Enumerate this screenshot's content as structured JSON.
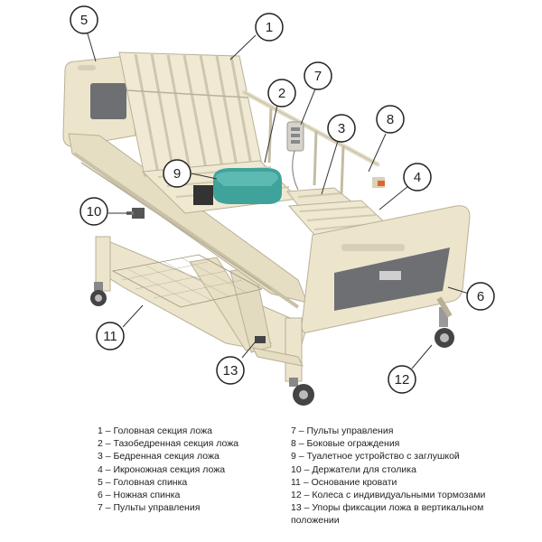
{
  "callouts": [
    {
      "n": "1"
    },
    {
      "n": "2"
    },
    {
      "n": "3"
    },
    {
      "n": "4"
    },
    {
      "n": "5"
    },
    {
      "n": "6"
    },
    {
      "n": "7"
    },
    {
      "n": "8"
    },
    {
      "n": "9"
    },
    {
      "n": "10"
    },
    {
      "n": "11"
    },
    {
      "n": "12"
    },
    {
      "n": "13"
    }
  ],
  "legend": {
    "left": [
      "1 – Головная секция ложа",
      "2 – Тазобедренная секция ложа",
      "3 – Бедренная секция ложа",
      "4 – Икроножная секция ложа",
      "5 – Головная спинка",
      "6 – Ножная спинка",
      "7 – Пульты управления"
    ],
    "right": [
      "7 – Пульты управления",
      "8 – Боковые ограждения",
      "9 – Туалетное устройство с заглушкой",
      "10 – Держатели для столика",
      "11 – Основание кровати",
      "12 – Колеса с индивидуальными тормозами",
      "13 – Упоры фиксации ложа в вертикальном положении"
    ]
  },
  "colors": {
    "frame": "#ece5cc",
    "frame_edge": "#b9b097",
    "panel": "#6d6f73",
    "toilet": "#3fa39c",
    "wheel": "#444444",
    "callout": "#222222"
  }
}
